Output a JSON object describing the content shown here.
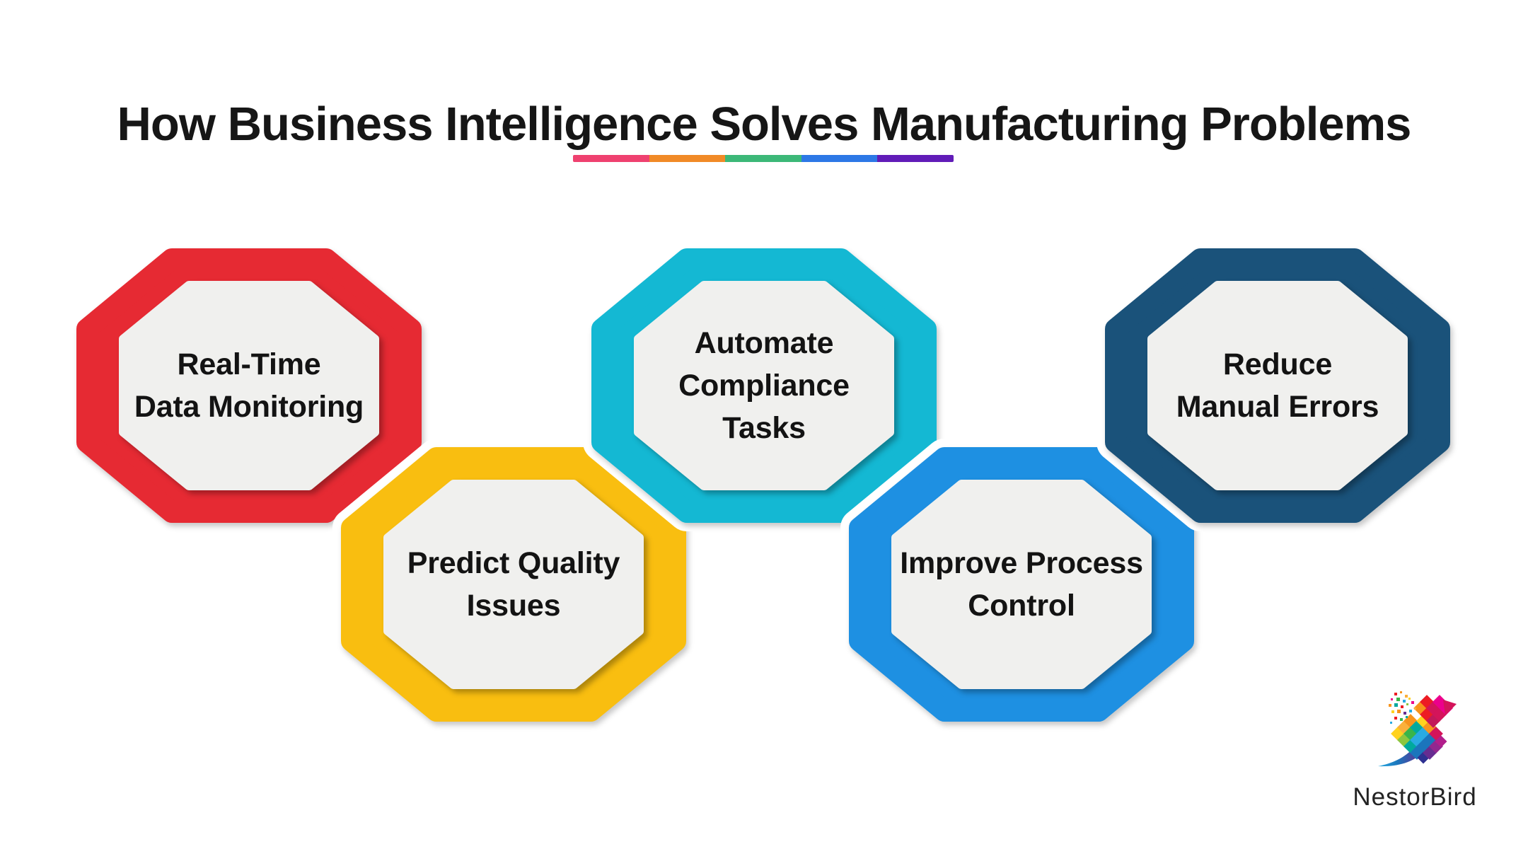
{
  "title": "How Business Intelligence Solves Manufacturing Problems",
  "divider": {
    "colors": [
      "#EF4170",
      "#F18A27",
      "#3CB878",
      "#2D78E6",
      "#611CB8"
    ]
  },
  "octagons": [
    {
      "id": "real-time-data-monitoring",
      "color": "#E62A33",
      "lines": [
        "Real-Time",
        "Data Monitoring"
      ]
    },
    {
      "id": "predict-quality-issues",
      "color": "#F9BE10",
      "lines": [
        "Predict Quality",
        "Issues"
      ]
    },
    {
      "id": "automate-compliance-tasks",
      "color": "#14B8D3",
      "lines": [
        "Automate",
        "Compliance",
        "Tasks"
      ]
    },
    {
      "id": "improve-process-control",
      "color": "#1E90E2",
      "lines": [
        "Improve Process",
        "Control"
      ]
    },
    {
      "id": "reduce-manual-errors",
      "color": "#1A527A",
      "lines": [
        "Reduce",
        "Manual Errors"
      ]
    }
  ],
  "colors": {
    "background": "#FFFFFF",
    "title_text": "#161616",
    "label_text": "#131313",
    "inner_octagon": "#F0F0EE",
    "outline_gap": "#FFFFFF"
  },
  "brand": {
    "name": "NestorBird",
    "logo": "rainbow-mosaic-bird",
    "logo_palette": [
      "#ED1C24",
      "#F7941D",
      "#FBB03B",
      "#FFD21F",
      "#8CC63F",
      "#39B54A",
      "#00A99D",
      "#29ABE2",
      "#1B75BC",
      "#2E3192",
      "#662D91",
      "#92278F",
      "#EC008C",
      "#D4145A"
    ]
  }
}
